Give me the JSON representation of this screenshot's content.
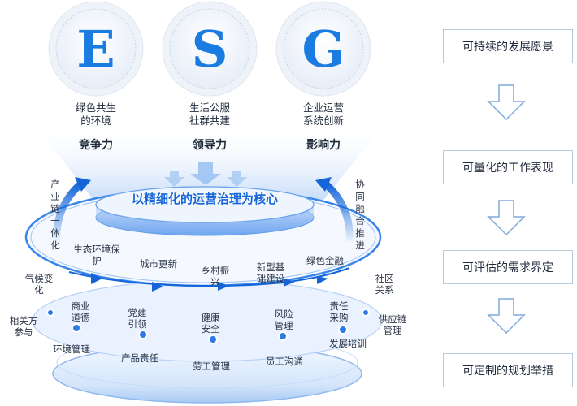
{
  "esg": [
    {
      "letter": "E",
      "lines": [
        "绿色共生",
        "的环境"
      ],
      "strength": "竞争力"
    },
    {
      "letter": "S",
      "lines": [
        "生活公服",
        "社群共建"
      ],
      "strength": "领导力"
    },
    {
      "letter": "G",
      "lines": [
        "企业运营",
        "系统创新"
      ],
      "strength": "影响力"
    }
  ],
  "core": "以精细化的运营治理为核心",
  "side_left": "产业链一体化",
  "side_right": "协同融合推进",
  "arrow_ring": [
    "生态环境保护",
    "城市更新",
    "乡村振兴",
    "新型基础建设",
    "绿色金融"
  ],
  "outer_left": [
    "气候变化",
    "相关方参与"
  ],
  "outer_right": [
    "社区关系",
    "供应链管理"
  ],
  "ring_nodes": [
    "商业道德",
    "党建引领",
    "健康安全",
    "风险管理",
    "责任采购"
  ],
  "bottom": [
    "环境管理",
    "产品责任",
    "劳工管理",
    "员工沟通",
    "发展培训"
  ],
  "flow": [
    "可持续的发展愿景",
    "可量化的工作表现",
    "可评估的需求界定",
    "可定制的规划举措"
  ],
  "colors": {
    "accent": "#1a7be0",
    "dark_blue": "#1565d8",
    "light_blue": "#dbe9fb"
  }
}
